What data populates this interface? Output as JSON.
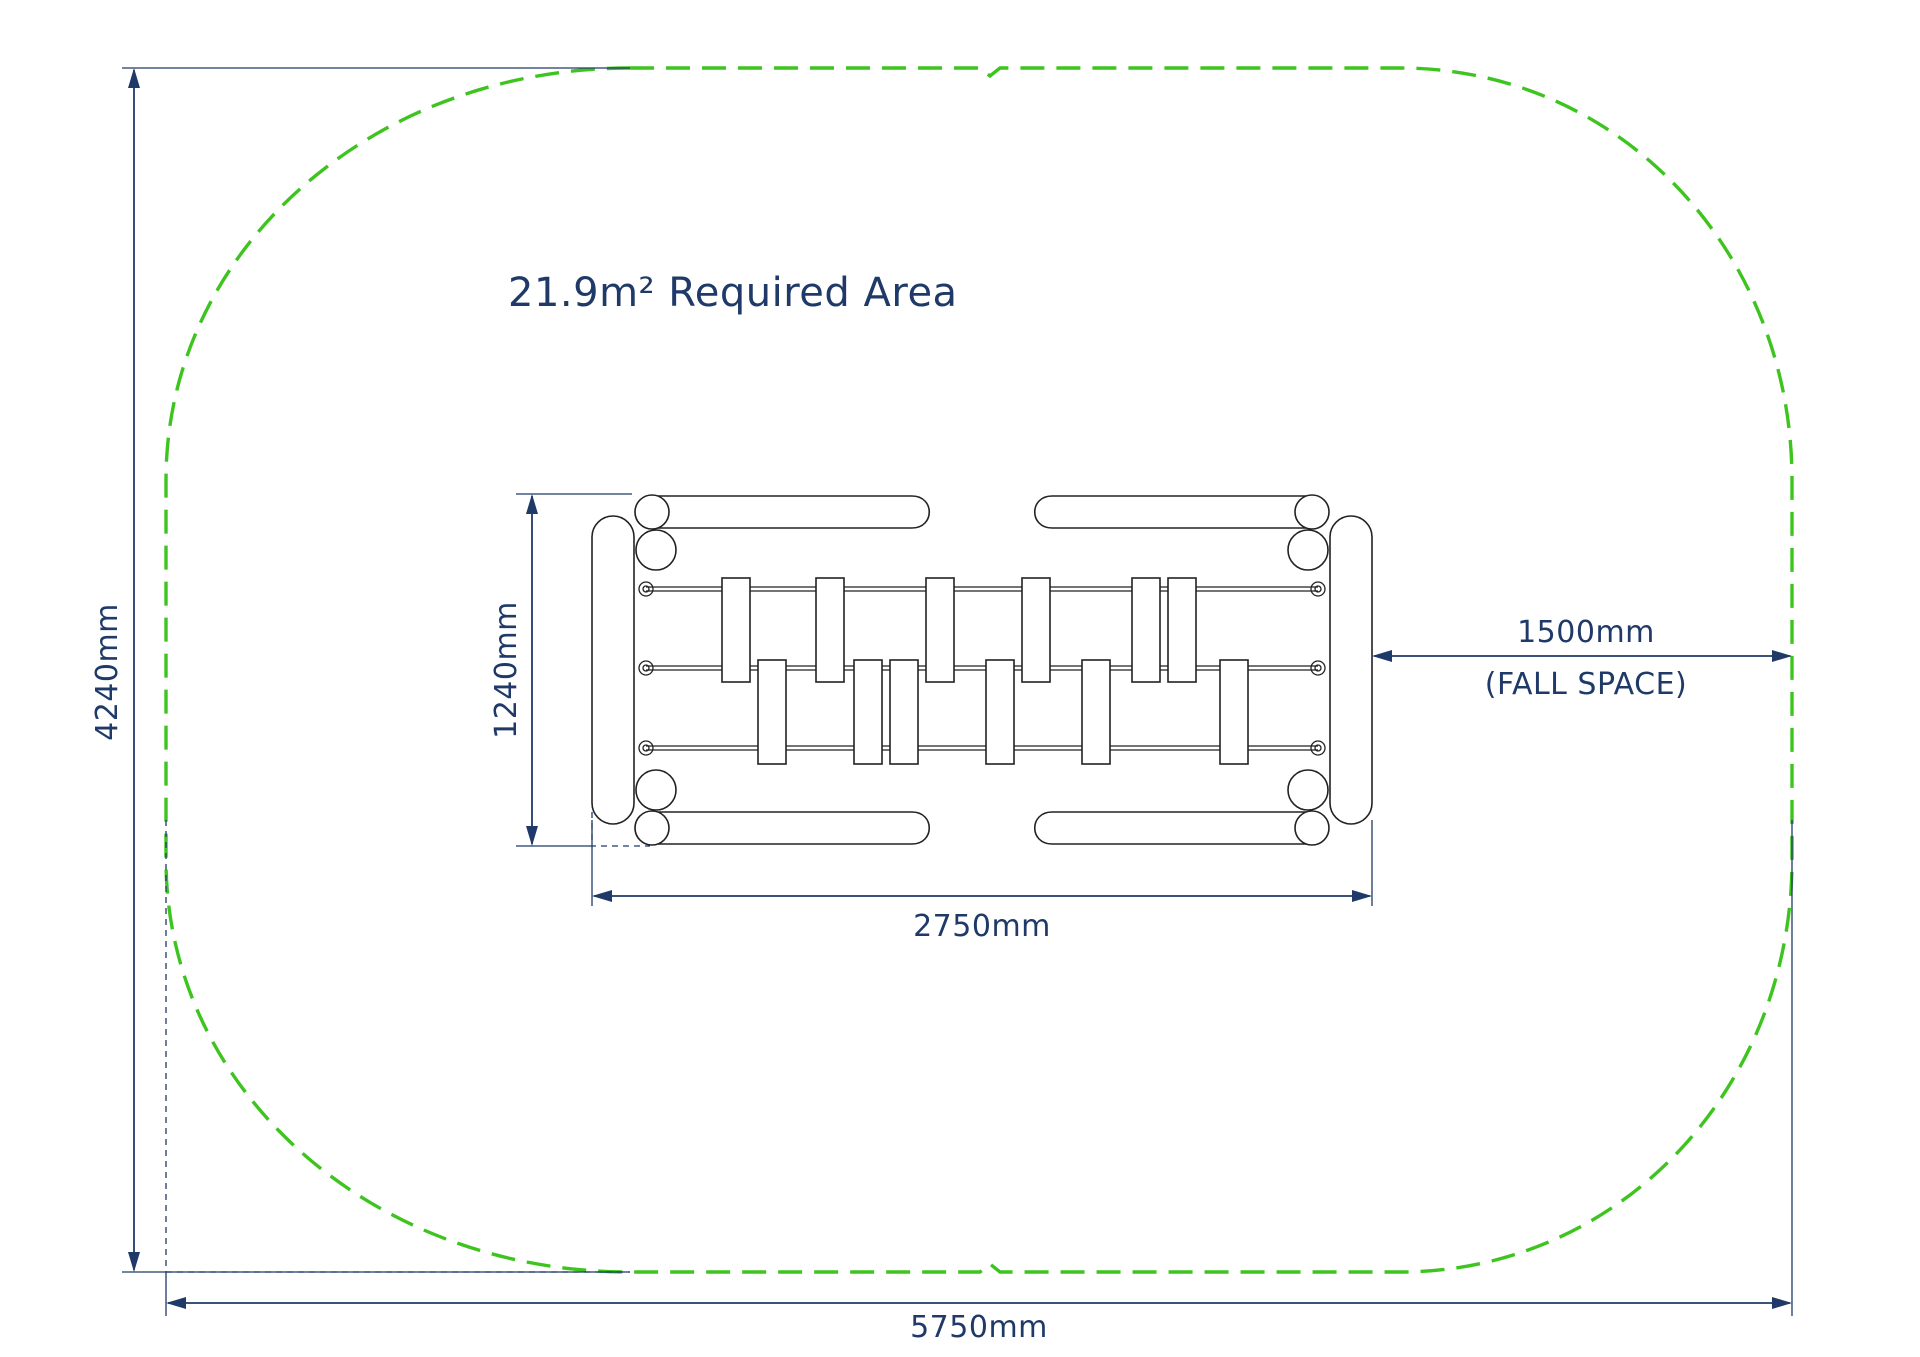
{
  "diagram": {
    "area_label": "21.9m² Required Area",
    "dimensions": {
      "overall_height": "4240mm",
      "overall_width": "5750mm",
      "equipment_length": "2750mm",
      "equipment_width": "1240mm",
      "fall_space": "1500mm",
      "fall_space_note": "(FALL SPACE)"
    },
    "colors": {
      "dimension_lines": "#1f3a68",
      "safety_zone_outline": "#3ec41f",
      "equipment_outline": "#222222"
    }
  }
}
